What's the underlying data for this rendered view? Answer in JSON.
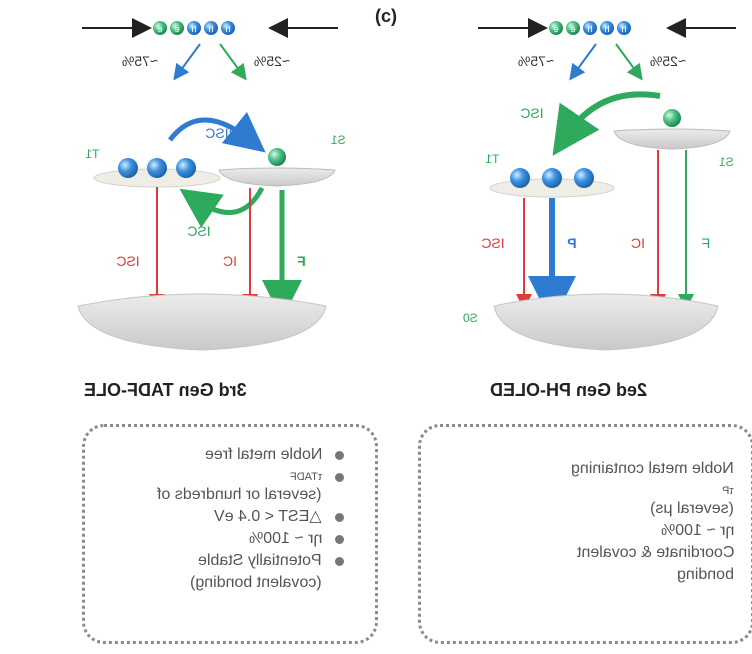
{
  "panel_tag": "(c)",
  "charge_row": {
    "left": [
      "h",
      "h",
      "h",
      "e",
      "e"
    ],
    "right": [
      "h",
      "h",
      "h",
      "e",
      "e"
    ]
  },
  "branch": {
    "pct_triplet": "~75%",
    "pct_singlet": "~25%"
  },
  "left_panel": {
    "s1": "S1",
    "t1": "T1",
    "risc": "RISC",
    "isc_up": "ISC",
    "f": "F",
    "ic": "IC",
    "isc_down": "ISC",
    "heading": "3rd Gen TADF-OLE",
    "props": [
      "Noble metal free",
      "τTADF",
      "(several or hundreds of",
      "△EST < 0.4 eV",
      "ηr ~ 100%",
      "Potentially Stable",
      "(covalent bonding)"
    ]
  },
  "right_panel": {
    "s1": "S1",
    "t1": "T1",
    "s0": "S0",
    "isc_top": "ISC",
    "p": "P",
    "ic": "IC",
    "f": "F",
    "isc_down": "ISC",
    "heading": "2ed Gen PH-OLED",
    "props": [
      "Noble metal containing",
      "τP",
      "(several μs)",
      "ηr ~ 100%",
      "Coordinate & covalent",
      "bonding"
    ]
  },
  "colors": {
    "electron": "#3aa86a",
    "hole": "#2f7fcf",
    "green_arrow": "#2daa5c",
    "blue_arrow": "#2e7bd1",
    "red_arrow": "#e23a3a"
  }
}
